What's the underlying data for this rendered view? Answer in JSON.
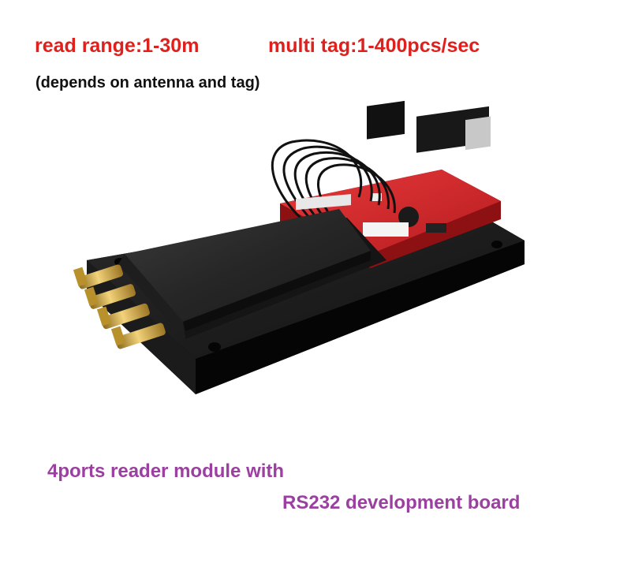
{
  "specs": {
    "read_range": "read range:1-30m",
    "multi_tag": "multi tag:1-400pcs/sec",
    "note": "(depends on antenna and tag)"
  },
  "caption": {
    "line1": "4ports reader module with",
    "line2": "RS232 development board"
  },
  "colors": {
    "spec_text": "#e0201c",
    "note_text": "#111111",
    "caption_text": "#9b3fa0",
    "pcb_red": "#d8262a",
    "plate_black": "#141414",
    "connector_gold": "#c9a23a"
  }
}
